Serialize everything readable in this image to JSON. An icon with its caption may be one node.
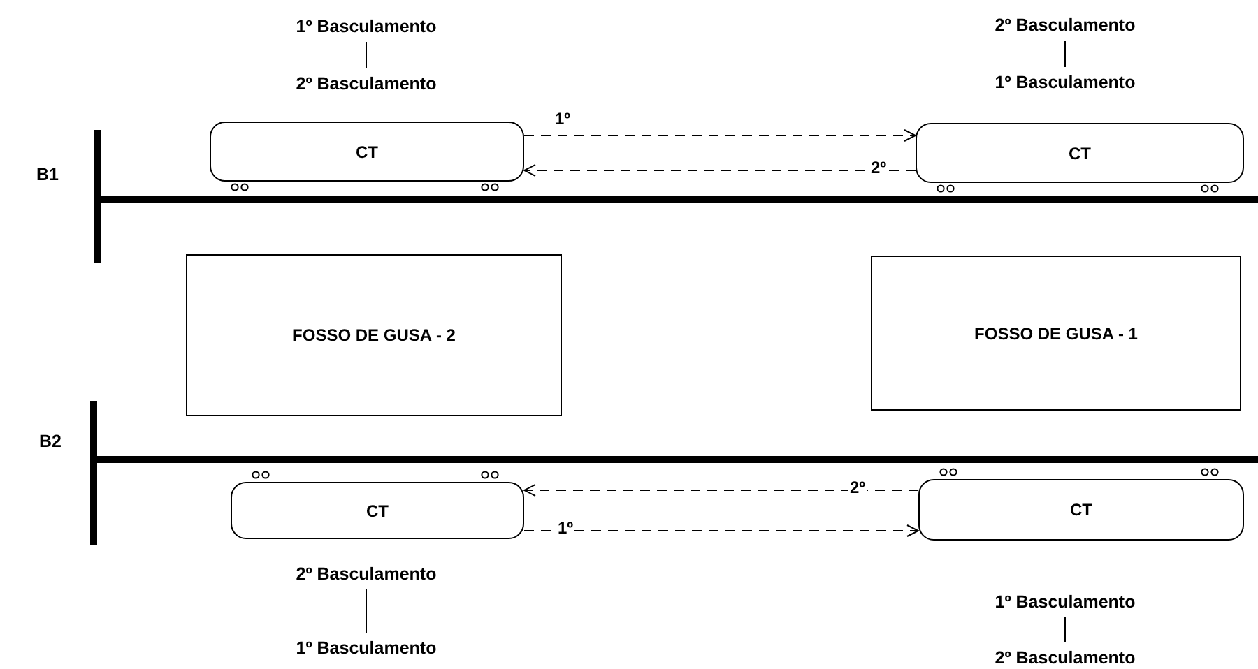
{
  "diagram": {
    "nodes": [
      {
        "text": [
          "1º Basculamento"
        ]
      },
      {
        "text": [
          "2º Basculamento"
        ]
      },
      {
        "text": [
          "2º Basculamento"
        ]
      },
      {
        "text": [
          "1º Basculamento"
        ]
      },
      {
        "text": [
          "CT"
        ]
      },
      {
        "text": [
          "CT"
        ]
      },
      {
        "text": [
          "FOSSO DE GUSA - 2"
        ]
      },
      {
        "text": [
          "FOSSO DE GUSA - 1"
        ]
      },
      {
        "text": [
          "CT"
        ]
      },
      {
        "text": [
          "CT"
        ]
      },
      {
        "text": [
          "2º Basculamento"
        ]
      },
      {
        "text": [
          "1º Basculamento"
        ]
      },
      {
        "text": [
          "1º Basculamento"
        ]
      },
      {
        "text": [
          "2º Basculamento"
        ]
      }
    ],
    "edges": [
      {
        "from": 0,
        "to": 1,
        "arrow": "none"
      },
      {
        "from": 2,
        "to": 3,
        "arrow": "none"
      },
      {
        "from": 4,
        "to": 5,
        "arrow": "to",
        "label": "1º",
        "style": "dashed"
      },
      {
        "from": 5,
        "to": 4,
        "arrow": "to",
        "label": "2º",
        "style": "dashed"
      },
      {
        "from": 9,
        "to": 8,
        "arrow": "to",
        "label": "2º",
        "style": "dashed"
      },
      {
        "from": 8,
        "to": 9,
        "arrow": "to",
        "label": "1º",
        "style": "dashed"
      },
      {
        "from": 10,
        "to": 11,
        "arrow": "none"
      },
      {
        "from": 12,
        "to": 13,
        "arrow": "none"
      }
    ],
    "labels": [
      "B1",
      "B2"
    ]
  }
}
